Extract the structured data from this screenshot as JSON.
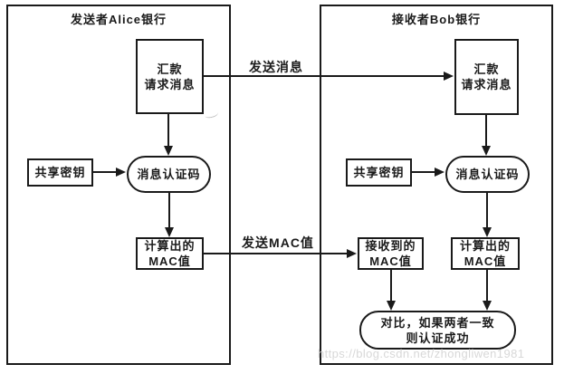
{
  "sender": {
    "title": "发送者Alice银行",
    "message": [
      "汇款",
      "请求消息"
    ],
    "shared_key": "共享密钥",
    "mac_function": "消息认证码",
    "computed_mac": [
      "计算出的",
      "MAC值"
    ]
  },
  "receiver": {
    "title": "接收者Bob银行",
    "message": [
      "汇款",
      "请求消息"
    ],
    "shared_key": "共享密钥",
    "mac_function": "消息认证码",
    "received_mac": [
      "接收到的",
      "MAC值"
    ],
    "computed_mac": [
      "计算出的",
      "MAC值"
    ],
    "compare": [
      "对比，如果两者一致",
      "则认证成功"
    ]
  },
  "flows": {
    "send_message": "发送消息",
    "send_mac": "发送MAC值"
  },
  "watermark": "https://blog.csdn.net/zhongliwen1981",
  "colors": {
    "line": "#1a1a1a",
    "watermark": "#d8d8d8",
    "background": "#ffffff"
  }
}
